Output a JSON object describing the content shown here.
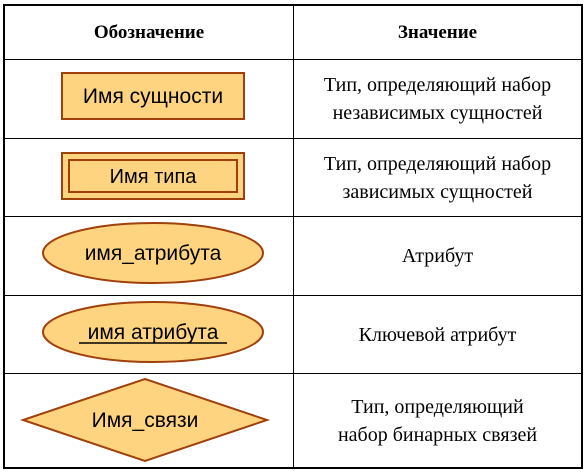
{
  "header": {
    "notation": "Обозначение",
    "meaning": "Значение"
  },
  "rows": [
    {
      "shape": "rectangle",
      "label": "Имя сущности",
      "meaning": "Тип, определяющий набор\nнезависимых сущностей"
    },
    {
      "shape": "double-rectangle",
      "label": "Имя типа",
      "meaning": "Тип, определяющий набор\nзависимых сущностей"
    },
    {
      "shape": "ellipse",
      "label": "имя_атрибута",
      "meaning": "Атрибут"
    },
    {
      "shape": "ellipse-underlined",
      "label": "имя атрибута",
      "meaning": "Ключевой атрибут"
    },
    {
      "shape": "diamond",
      "label": "Имя_связи",
      "meaning": "Тип, определяющий\nнабор бинарных связей"
    }
  ],
  "colors": {
    "shape_fill": "#FFD480",
    "shape_stroke": "#A0400C",
    "border": "#000000"
  }
}
